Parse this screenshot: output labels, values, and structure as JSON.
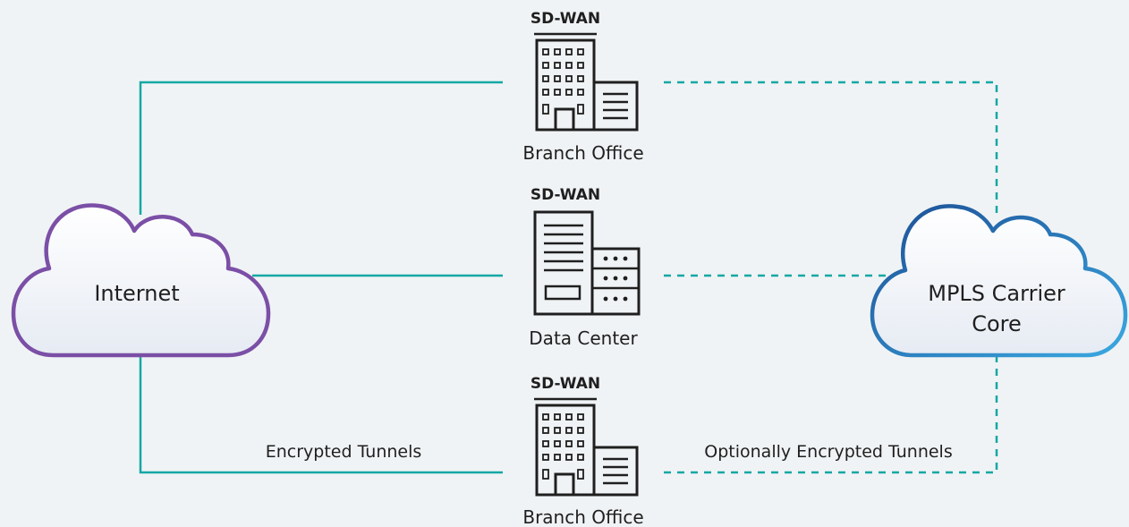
{
  "internet": {
    "label": "Internet",
    "color": "#7b4fa6"
  },
  "mpls": {
    "label_line1": "MPLS Carrier",
    "label_line2": "Core",
    "gradient_start": "#1d4f96",
    "gradient_end": "#3aa8e0"
  },
  "link_color": "#14a8a4",
  "sites": [
    {
      "badge": "SD-WAN",
      "label": "Branch Office",
      "icon": "office-building-icon"
    },
    {
      "badge": "SD-WAN",
      "label": "Data Center",
      "icon": "data-center-icon"
    },
    {
      "badge": "SD-WAN",
      "label": "Branch Office",
      "icon": "office-building-icon"
    }
  ],
  "tunnels": {
    "internet_label": "Encrypted Tunnels",
    "mpls_label": "Optionally Encrypted Tunnels"
  }
}
